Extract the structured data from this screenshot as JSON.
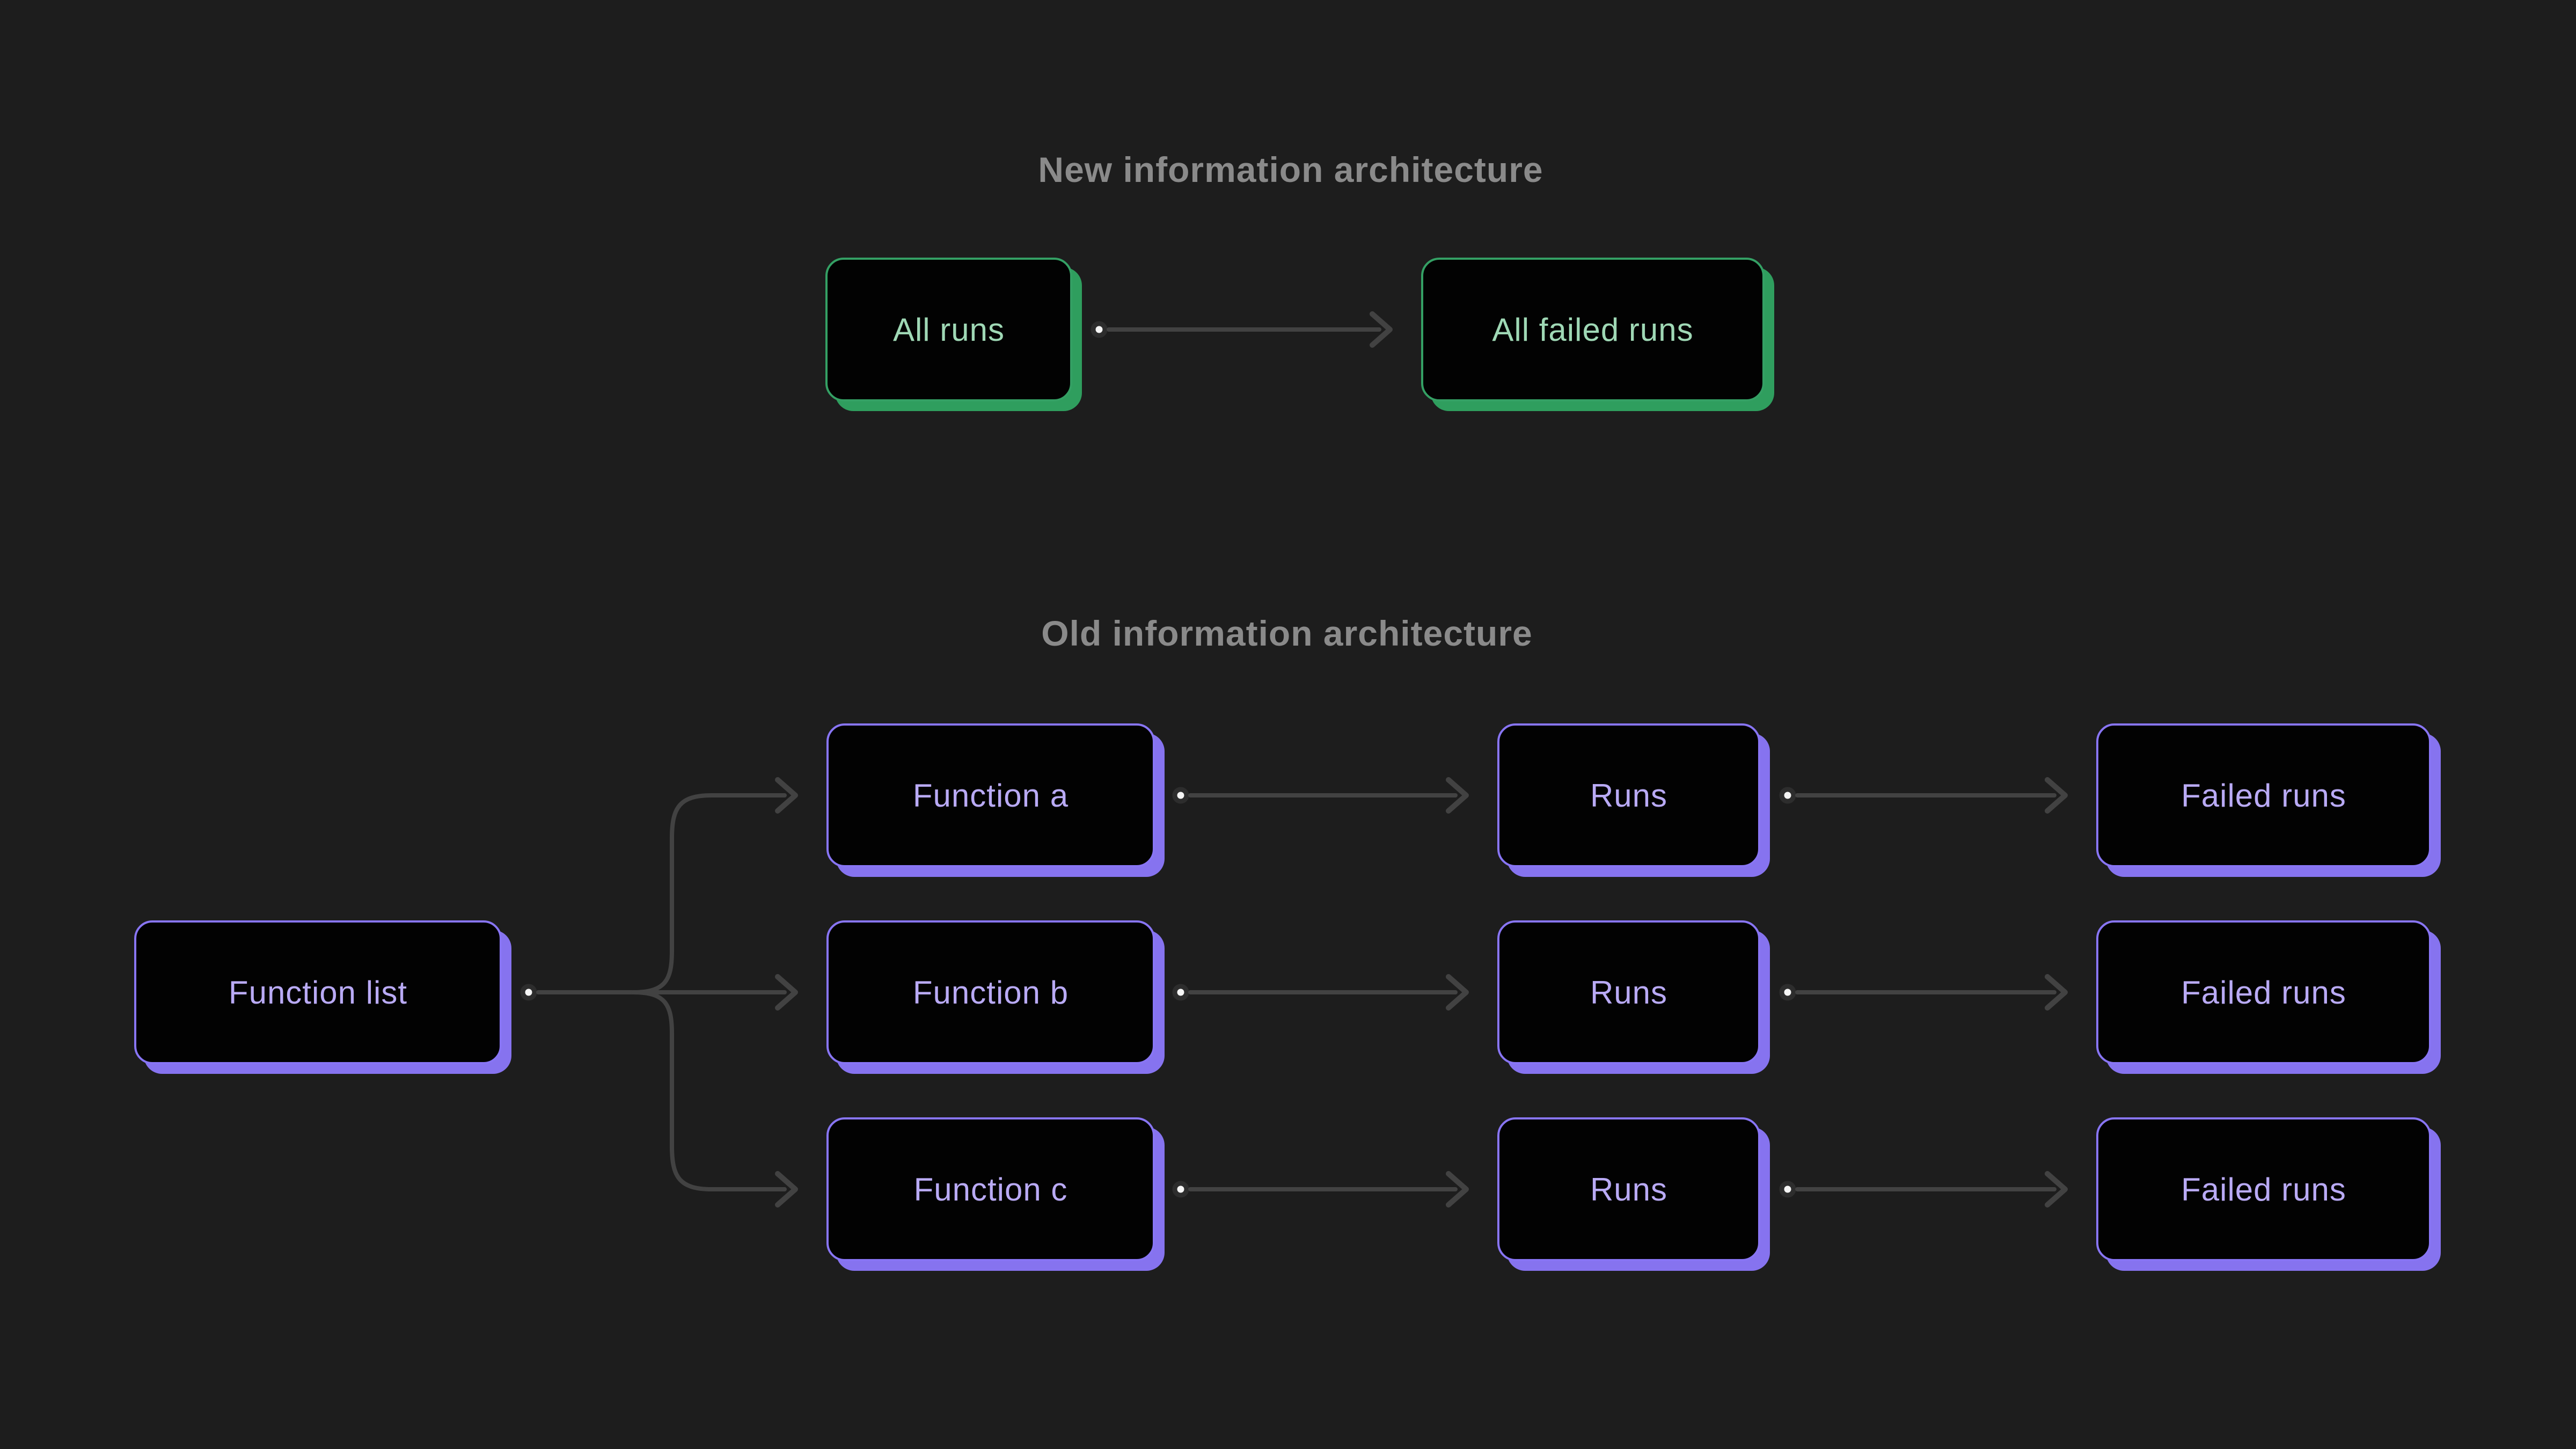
{
  "theme": {
    "background": "#1d1d1d",
    "node_fill": "#020202",
    "connector": "#424242",
    "dot_fill": "#f5f5f5",
    "dot_ring": "#2d2d2d",
    "title_color": "#8a8a8a",
    "green_border": "#34a064",
    "green_shadow": "#2f9e5e",
    "green_text": "#9fd8b5",
    "purple_border": "#8875f4",
    "purple_shadow": "#8673ef",
    "purple_text": "#b9aaf5"
  },
  "new_section": {
    "title": "New information architecture",
    "nodes": {
      "all_runs": "All runs",
      "all_failed_runs": "All failed runs"
    }
  },
  "old_section": {
    "title": "Old information architecture",
    "nodes": {
      "function_list": "Function list",
      "function_a": "Function a",
      "function_b": "Function b",
      "function_c": "Function c",
      "runs": "Runs",
      "failed_runs": "Failed runs"
    }
  }
}
